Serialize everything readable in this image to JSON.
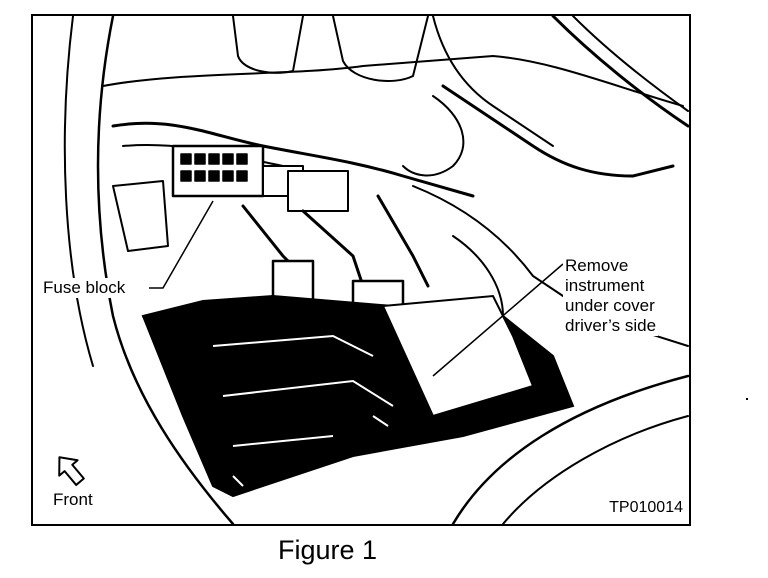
{
  "labels": {
    "fuse_block": "Fuse block",
    "remove_line1": "Remove",
    "remove_line2": "instrument",
    "remove_line3": "under cover",
    "remove_line4": "driver’s side",
    "front": "Front",
    "code": "TP010014"
  },
  "caption": "Figure 1",
  "icons": {
    "direction": "front-arrow-icon"
  },
  "colors": {
    "ink": "#000000",
    "paper": "#ffffff",
    "shade": "#7a7a7a"
  }
}
